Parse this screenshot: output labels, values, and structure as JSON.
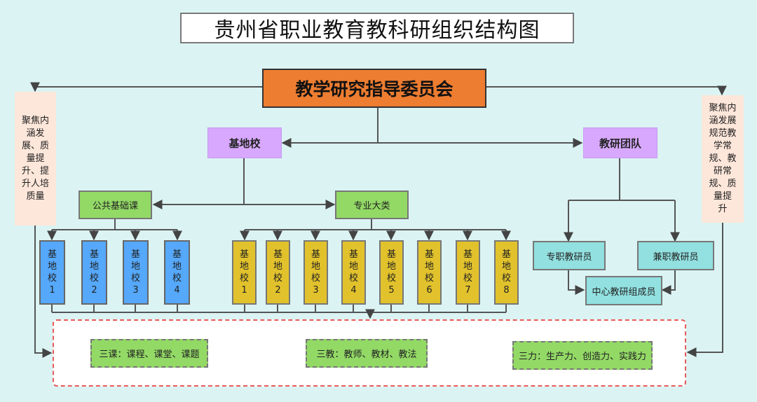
{
  "title": "贵州省职业教育教科研组织结构图",
  "root": "教学研究指导委员会",
  "left_note": [
    "聚焦内",
    "涵发",
    "展、质",
    "量提",
    "升、提",
    "升人培",
    "质量"
  ],
  "right_note": [
    "聚焦内",
    "涵发展",
    "规范教",
    "学常",
    "规、教",
    "研常",
    "规、质",
    "量提",
    "升"
  ],
  "base_school": {
    "label": "基地校",
    "public_course": {
      "label": "公共基础课",
      "schools": [
        {
          "name": "基地校",
          "num": "1"
        },
        {
          "name": "基地校",
          "num": "2"
        },
        {
          "name": "基地校",
          "num": "3"
        },
        {
          "name": "基地校",
          "num": "4"
        }
      ]
    },
    "major_category": {
      "label": "专业大类",
      "schools": [
        {
          "name": "基地校",
          "num": "1"
        },
        {
          "name": "基地校",
          "num": "2"
        },
        {
          "name": "基地校",
          "num": "3"
        },
        {
          "name": "基地校",
          "num": "4"
        },
        {
          "name": "基地校",
          "num": "5"
        },
        {
          "name": "基地校",
          "num": "6"
        },
        {
          "name": "基地校",
          "num": "7"
        },
        {
          "name": "基地校",
          "num": "8"
        }
      ]
    }
  },
  "research_team": {
    "label": "教研团队",
    "full_time": "专职教研员",
    "part_time": "兼职教研员",
    "center_members": "中心教研组成员"
  },
  "outcomes": [
    "三课：课程、课堂、课题",
    "三教：教师、教材、教法",
    "三力：生产力、创造力、实践力"
  ],
  "colors": {
    "background": "#dbf3f3",
    "root": "#ed7d31",
    "level2": "#d7a8fd",
    "green": "#93d966",
    "blue_school": "#55a8fa",
    "yellow_school": "#e2c22c",
    "teal": "#92e0e0",
    "note": "#fde7da",
    "dashed_border": "#e85a5a"
  }
}
